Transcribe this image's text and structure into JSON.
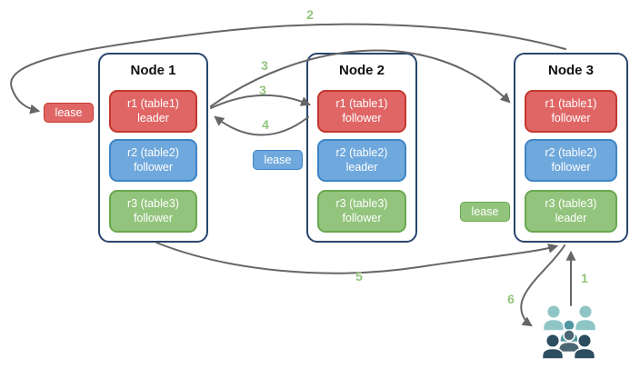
{
  "diagram": {
    "nodes": [
      {
        "title": "Node 1",
        "replicas": [
          {
            "name": "r1 (table1)",
            "role": "leader"
          },
          {
            "name": "r2 (table2)",
            "role": "follower"
          },
          {
            "name": "r3 (table3)",
            "role": "follower"
          }
        ]
      },
      {
        "title": "Node 2",
        "replicas": [
          {
            "name": "r1 (table1)",
            "role": "follower"
          },
          {
            "name": "r2 (table2)",
            "role": "leader"
          },
          {
            "name": "r3 (table3)",
            "role": "follower"
          }
        ]
      },
      {
        "title": "Node 3",
        "replicas": [
          {
            "name": "r1 (table1)",
            "role": "follower"
          },
          {
            "name": "r2 (table2)",
            "role": "follower"
          },
          {
            "name": "r3 (table3)",
            "role": "leader"
          }
        ]
      }
    ],
    "leases": [
      {
        "label": "lease",
        "color": "#e06666"
      },
      {
        "label": "lease",
        "color": "#6fa8dc"
      },
      {
        "label": "lease",
        "color": "#93c47d"
      }
    ],
    "steps": [
      {
        "label": "1"
      },
      {
        "label": "2"
      },
      {
        "label": "3"
      },
      {
        "label": "3"
      },
      {
        "label": "4"
      },
      {
        "label": "5"
      },
      {
        "label": "6"
      }
    ],
    "icons": {
      "users_group": "users-group-icon"
    },
    "colors": {
      "replica_red": "#e06666",
      "replica_red_border": "#c4382e",
      "replica_blue": "#6fa8dc",
      "replica_blue_border": "#3d85c6",
      "replica_green": "#93c47d",
      "replica_green_border": "#6aa84f",
      "node_border": "#28456e",
      "arrow": "#666666",
      "step_label": "#93c47d",
      "people_light": "#8fc6c5",
      "people_medium": "#4f96a0",
      "people_slate": "#4a6673",
      "people_dark": "#2c4c5f"
    }
  }
}
